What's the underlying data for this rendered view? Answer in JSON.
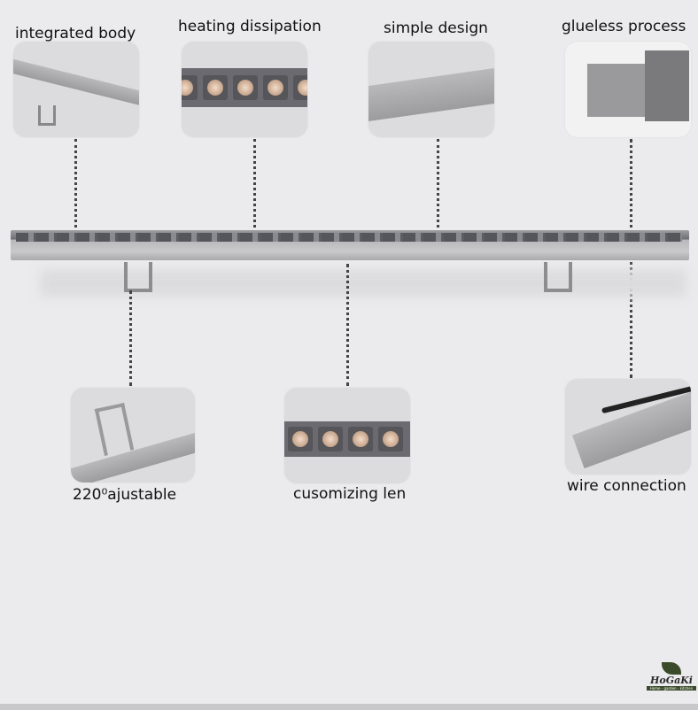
{
  "features_top": [
    {
      "label": "integrated body"
    },
    {
      "label": "heating dissipation"
    },
    {
      "label": "simple design"
    },
    {
      "label": "glueless process"
    }
  ],
  "features_bottom": [
    {
      "label": "220⁰ajustable"
    },
    {
      "label": "cusomizing len"
    },
    {
      "label": "wire connection"
    }
  ],
  "logo": {
    "name": "HoGaKi",
    "tagline": "Home - garden - kitchen"
  }
}
